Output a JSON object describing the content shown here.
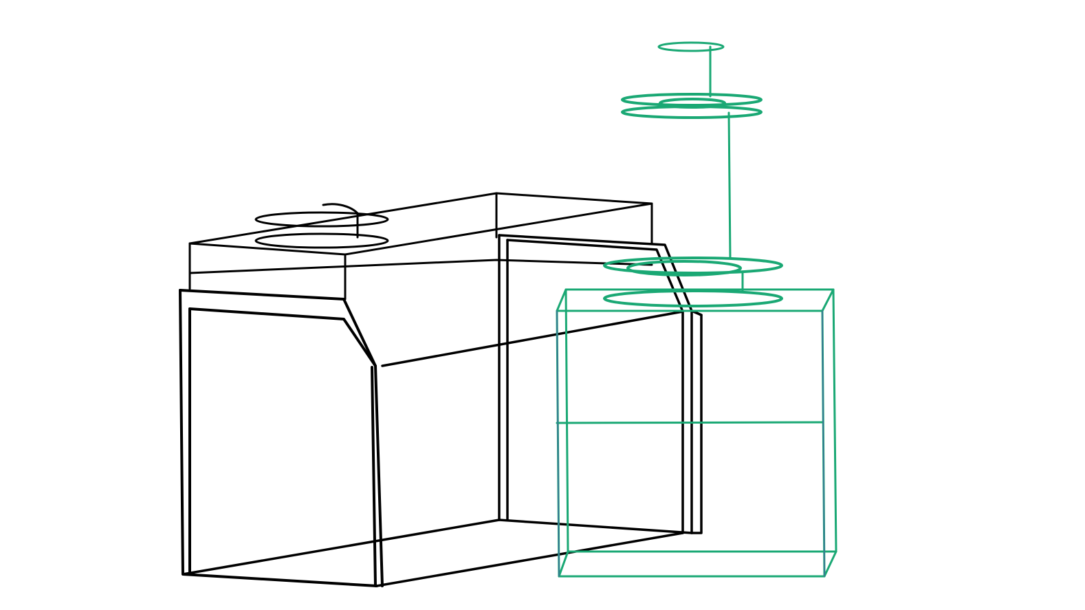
{
  "canvas": {
    "background": "#ffffff"
  },
  "colors": {
    "existing_model": "#000000",
    "selected_part": "#1aa874",
    "selected_edge_highlight": "#4a5aa8"
  },
  "scene": {
    "view": "3d-wireframe-isometric",
    "objects": [
      {
        "name": "main-enclosure",
        "style": "wireframe",
        "color": "#000000"
      },
      {
        "name": "top-cylinder-outline",
        "style": "wireframe",
        "color": "#000000"
      },
      {
        "name": "selected-box",
        "style": "wireframe",
        "color": "#1aa874"
      },
      {
        "name": "selected-stacked-discs",
        "style": "wireframe",
        "color": "#1aa874"
      }
    ]
  }
}
